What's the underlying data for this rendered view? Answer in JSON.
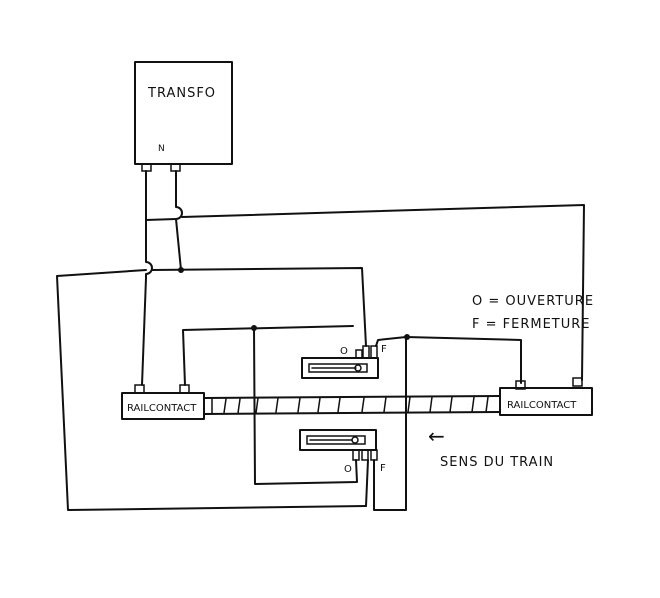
{
  "transformer": {
    "label": "TRANSFO",
    "terminal_label": "N"
  },
  "rail_contacts": {
    "left_label": "RAILCONTACT",
    "right_label": "RAILCONTACT"
  },
  "relay_top": {
    "left_label": "O",
    "right_label": "F"
  },
  "relay_bottom": {
    "left_label": "O",
    "right_label": "F"
  },
  "legend": {
    "line1": "O = OUVERTURE",
    "line2": "F = FERMETURE"
  },
  "direction": {
    "arrow": "←",
    "label": "SENS DU TRAIN"
  }
}
